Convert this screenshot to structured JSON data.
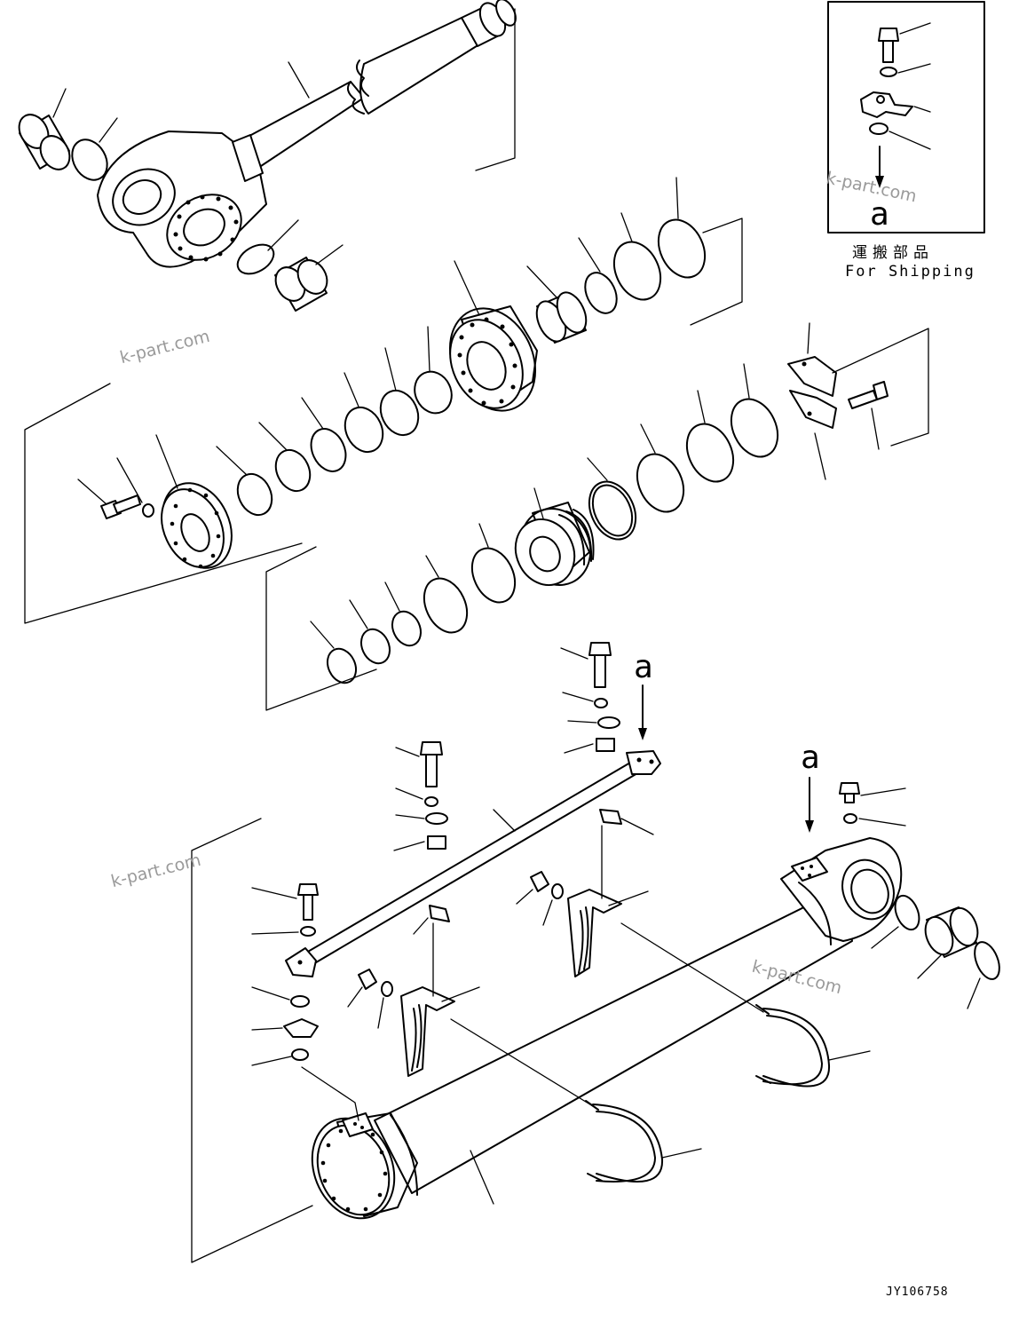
{
  "inset": {
    "mark": "a",
    "label_jp": "運搬部品",
    "label_en": "For Shipping"
  },
  "markers": {
    "a1": "a",
    "a2": "a"
  },
  "drawing_code": "JY106758",
  "watermarks": [
    "k-part.com",
    "k-part.com",
    "k-part.com",
    "k-part.com"
  ]
}
